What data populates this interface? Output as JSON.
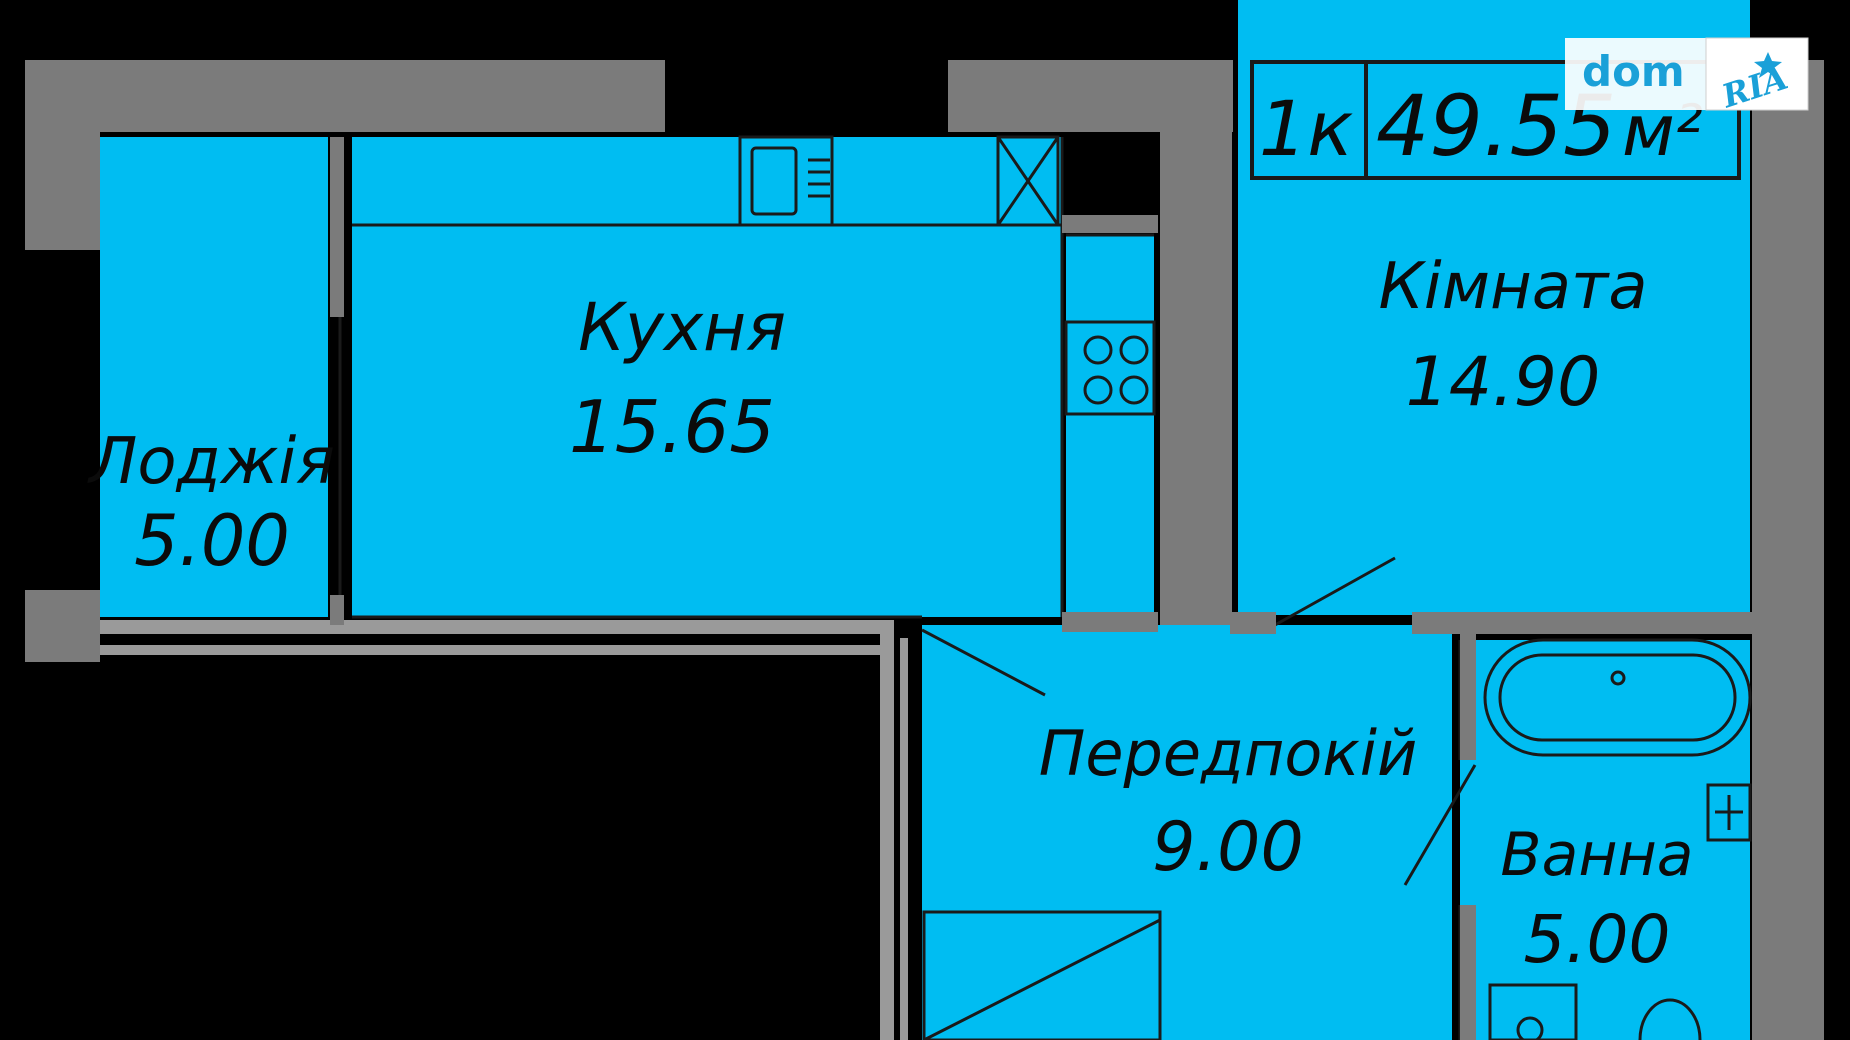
{
  "plan": {
    "apartment_type": "1к",
    "total_area": "49.55",
    "total_area_unit": "м²",
    "rooms": [
      {
        "name": "Кухня",
        "area": "15.65"
      },
      {
        "name": "Кімната",
        "area": "14.90"
      },
      {
        "name": "Лоджія",
        "area": "5.00"
      },
      {
        "name": "Передпокій",
        "area": "9.00"
      },
      {
        "name": "Ванна",
        "area": "5.00"
      }
    ]
  },
  "watermark": {
    "dom": "dom",
    "ria": "RIA"
  },
  "colors": {
    "room_fill": "#00bdf2",
    "wall": "#7b7b7b",
    "background": "#000000",
    "line": "#1a1a1a"
  }
}
